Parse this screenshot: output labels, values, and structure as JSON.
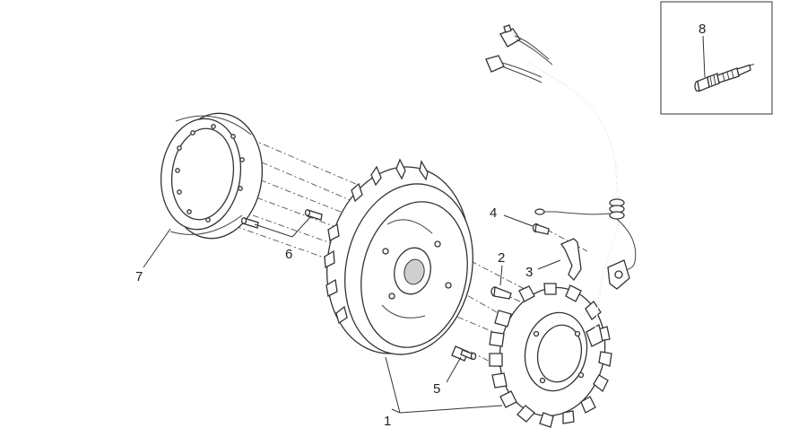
{
  "diagram": {
    "callouts": [
      {
        "id": "1",
        "text": "1"
      },
      {
        "id": "2",
        "text": "2"
      },
      {
        "id": "3",
        "text": "3"
      },
      {
        "id": "4",
        "text": "4"
      },
      {
        "id": "5",
        "text": "5"
      },
      {
        "id": "6",
        "text": "6"
      },
      {
        "id": "7",
        "text": "7"
      },
      {
        "id": "8",
        "text": "8"
      }
    ],
    "parts": [
      {
        "name": "stator-with-wiring-harness",
        "callout": "1"
      },
      {
        "name": "flywheel-rotor",
        "callout": "1"
      },
      {
        "name": "stator-screw",
        "callout": "2"
      },
      {
        "name": "cable-clamp",
        "callout": "3"
      },
      {
        "name": "clamp-screw",
        "callout": "4"
      },
      {
        "name": "rotor-screw",
        "callout": "5"
      },
      {
        "name": "dowel-pins",
        "callout": "6"
      },
      {
        "name": "flywheel-ring",
        "callout": "7"
      },
      {
        "name": "spark-plug",
        "callout": "8"
      }
    ]
  }
}
